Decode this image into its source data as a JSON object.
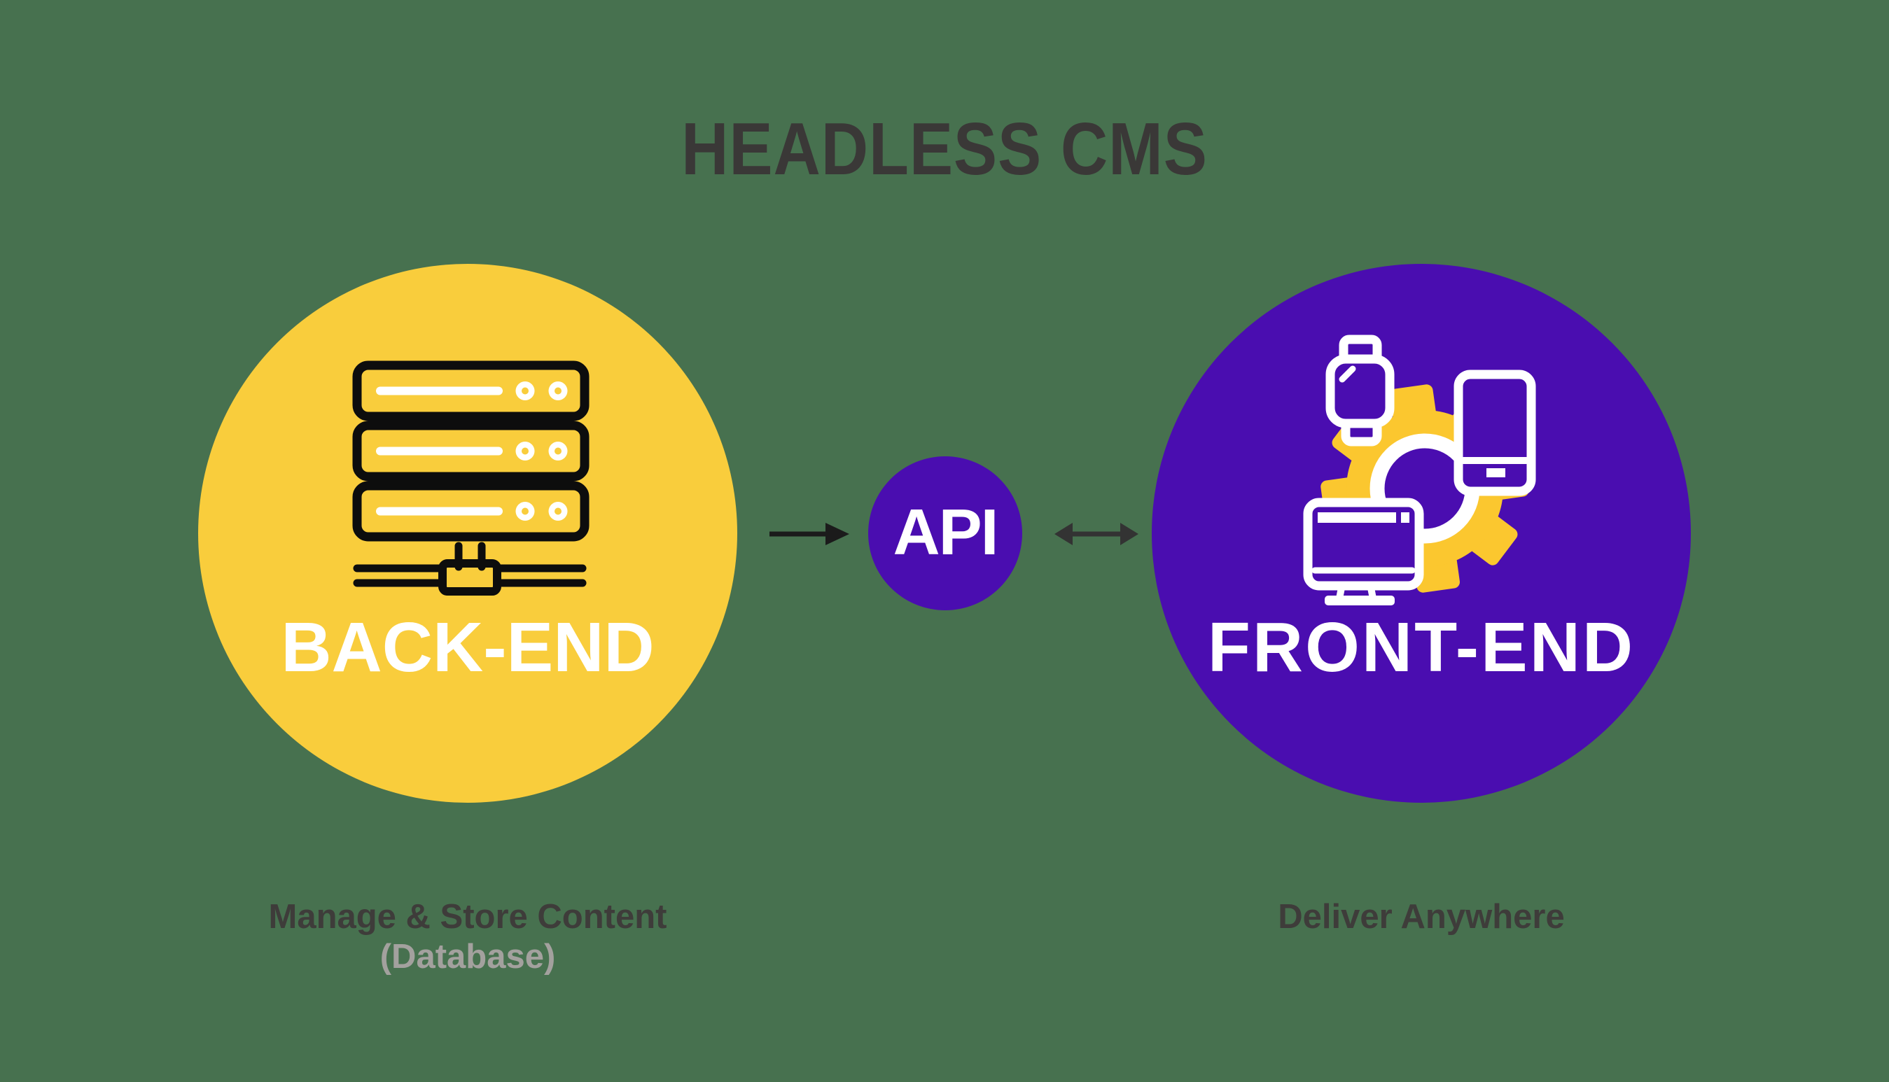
{
  "title": "HEADLESS CMS",
  "colors": {
    "background": "#47714F",
    "yellow": "#F9CD3C",
    "gearYellow": "#FBC72F",
    "purple": "#4A0DB0",
    "titleText": "#3A3837",
    "captionDark": "#3E3C3A",
    "captionMuted": "#A3A19E",
    "arrowDark": "#1B1B1B",
    "arrowGray": "#333333",
    "iconStroke": "#0D0D0D"
  },
  "backend": {
    "label": "BACK-END",
    "caption": "Manage & Store Content",
    "caption_sub": "(Database)",
    "icon": "server-stack-icon"
  },
  "api": {
    "label": "API"
  },
  "frontend": {
    "label": "FRONT-END",
    "caption": "Deliver Anywhere",
    "icons": [
      "smartwatch-icon",
      "smartphone-icon",
      "gear-icon",
      "monitor-icon"
    ]
  },
  "arrows": {
    "backend_to_api": "single-right",
    "api_to_frontend": "double-headed"
  }
}
